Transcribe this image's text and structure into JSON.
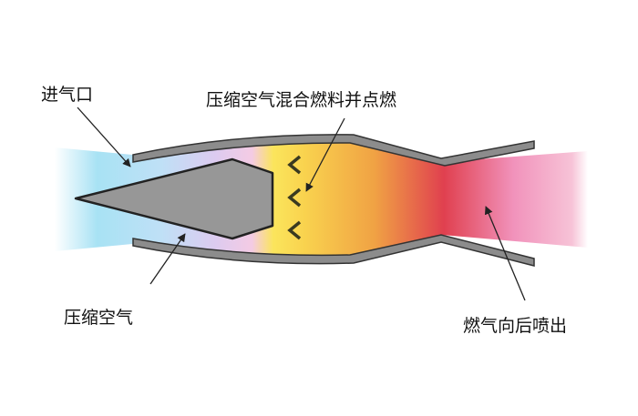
{
  "labels": {
    "inlet": "进气口",
    "mix_ignite": "压缩空气混合燃料并点燃",
    "compressed_air": "压缩空气",
    "exhaust": "燃气向后喷出"
  },
  "colors": {
    "wall": "#8c8c8c",
    "cone": "#979797",
    "cyan": "#a8e2f4",
    "lavender": "#dccbf0",
    "yellow": "#fbe55c",
    "orange": "#f0a244",
    "red": "#e0404f",
    "pink": "#f192bb"
  }
}
